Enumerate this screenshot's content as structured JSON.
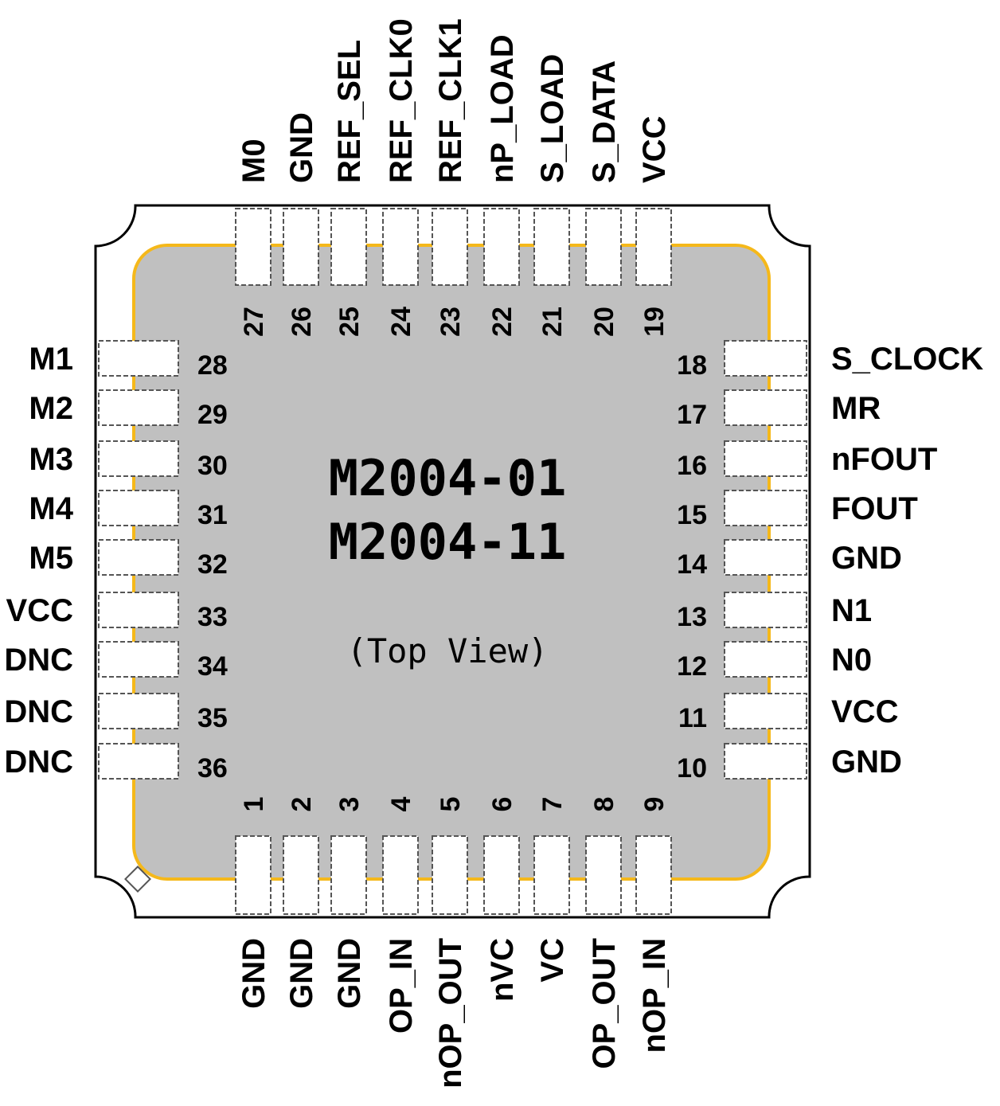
{
  "chip": {
    "part_numbers": [
      "M2004-01",
      "M2004-11"
    ],
    "view_label": "(Top View)"
  },
  "colors": {
    "package_outline": "#000000",
    "die_fill": "#c0c0c0",
    "die_border": "#f5b81a"
  },
  "pins": {
    "top": [
      {
        "num": "27",
        "name": "M0"
      },
      {
        "num": "26",
        "name": "GND"
      },
      {
        "num": "25",
        "name": "REF_SEL"
      },
      {
        "num": "24",
        "name": "REF_CLK0"
      },
      {
        "num": "23",
        "name": "REF_CLK1"
      },
      {
        "num": "22",
        "name": "nP_LOAD"
      },
      {
        "num": "21",
        "name": "S_LOAD"
      },
      {
        "num": "20",
        "name": "S_DATA"
      },
      {
        "num": "19",
        "name": "VCC"
      }
    ],
    "left": [
      {
        "num": "28",
        "name": "M1"
      },
      {
        "num": "29",
        "name": "M2"
      },
      {
        "num": "30",
        "name": "M3"
      },
      {
        "num": "31",
        "name": "M4"
      },
      {
        "num": "32",
        "name": "M5"
      },
      {
        "num": "33",
        "name": "VCC"
      },
      {
        "num": "34",
        "name": "DNC"
      },
      {
        "num": "35",
        "name": "DNC"
      },
      {
        "num": "36",
        "name": "DNC"
      }
    ],
    "right": [
      {
        "num": "18",
        "name": "S_CLOCK"
      },
      {
        "num": "17",
        "name": "MR"
      },
      {
        "num": "16",
        "name": "nFOUT"
      },
      {
        "num": "15",
        "name": "FOUT"
      },
      {
        "num": "14",
        "name": "GND"
      },
      {
        "num": "13",
        "name": "N1"
      },
      {
        "num": "12",
        "name": "N0"
      },
      {
        "num": "11",
        "name": "VCC"
      },
      {
        "num": "10",
        "name": "GND"
      }
    ],
    "bottom": [
      {
        "num": "1",
        "name": "GND"
      },
      {
        "num": "2",
        "name": "GND"
      },
      {
        "num": "3",
        "name": "GND"
      },
      {
        "num": "4",
        "name": "OP_IN"
      },
      {
        "num": "5",
        "name": "nOP_OUT"
      },
      {
        "num": "6",
        "name": "nVC"
      },
      {
        "num": "7",
        "name": "VC"
      },
      {
        "num": "8",
        "name": "OP_OUT"
      },
      {
        "num": "9",
        "name": "nOP_IN"
      }
    ]
  }
}
